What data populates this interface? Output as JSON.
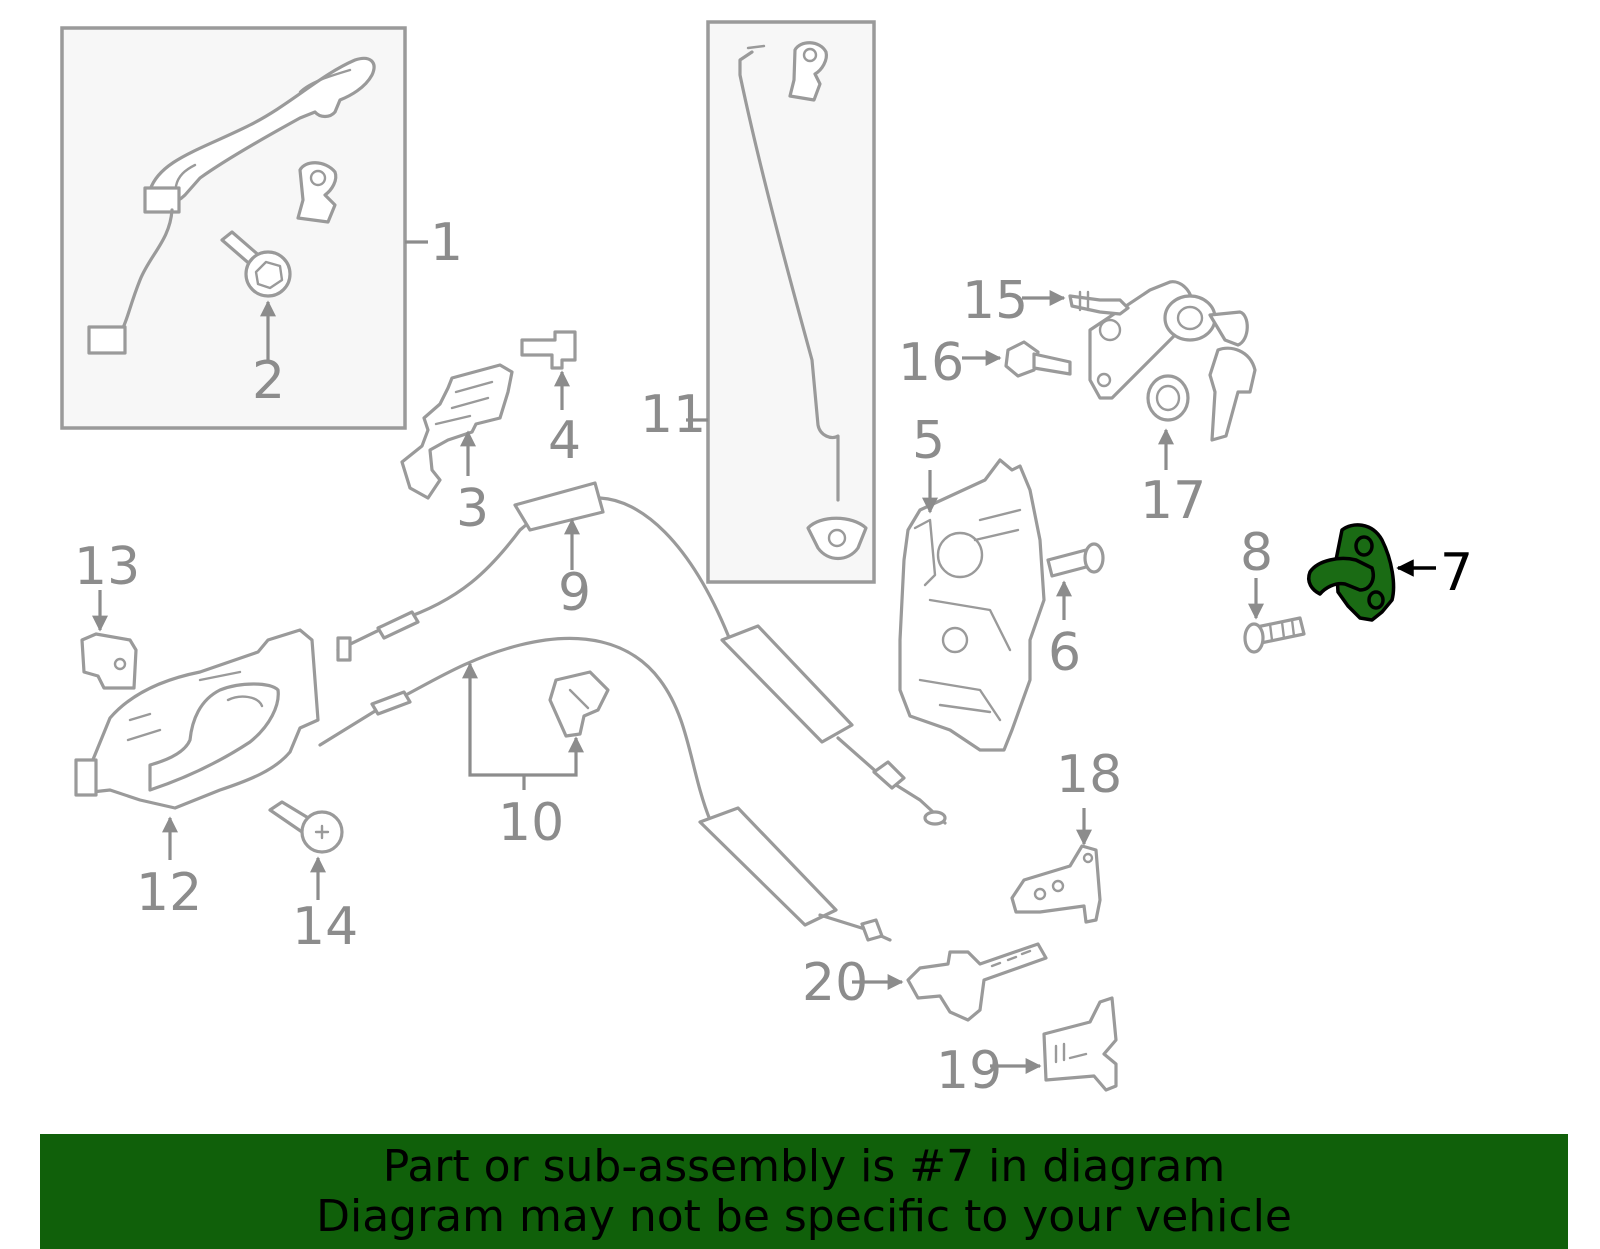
{
  "colors": {
    "highlight": "#1a6b14",
    "banner_background": "#10600a",
    "outline": "#9a9a9a",
    "label": "#8c8c8c"
  },
  "highlighted_part": "7",
  "callouts": [
    "1",
    "2",
    "3",
    "4",
    "5",
    "6",
    "7",
    "8",
    "9",
    "10",
    "11",
    "12",
    "13",
    "14",
    "15",
    "16",
    "17",
    "18",
    "19",
    "20"
  ],
  "banner": {
    "line1": "Part or sub-assembly is #7 in diagram",
    "line2": "Diagram may not be specific to your vehicle"
  }
}
